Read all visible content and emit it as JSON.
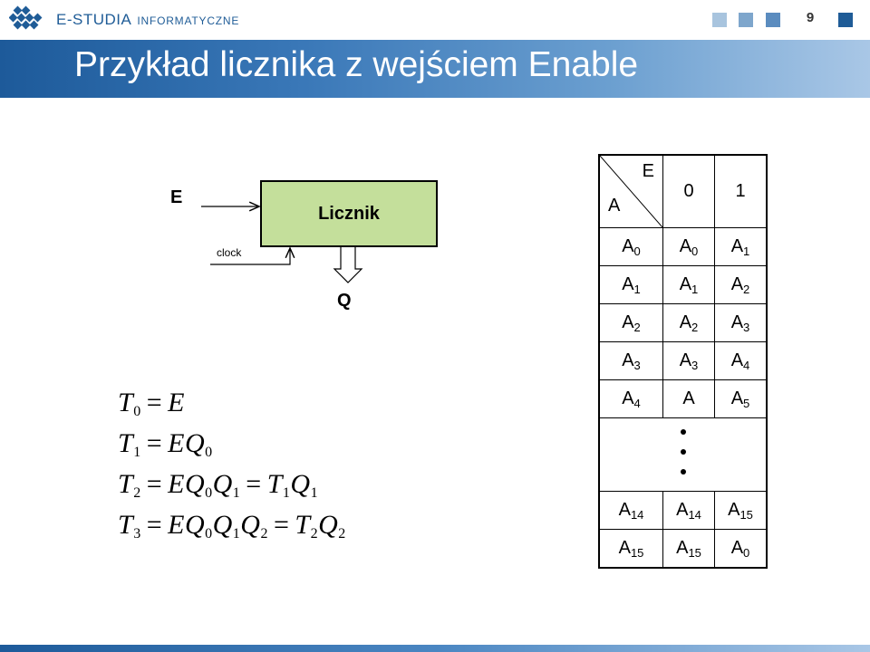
{
  "header": {
    "brand_main": "E-STUDIA",
    "brand_sub": "INFORMATYCZNE",
    "page_number": "9",
    "square_colors": [
      "#a8c4de",
      "#7ea6cc",
      "#5b8cbf",
      "#1f5c97"
    ]
  },
  "title": "Przykład licznika z wejściem Enable",
  "diagram": {
    "block_label": "Licznik",
    "input_label": "E",
    "clock_label": "clock",
    "output_label": "Q",
    "block_color": "#c4df9b"
  },
  "equations": [
    {
      "lhs": "T",
      "lhs_sub": "0",
      "rhs": [
        {
          "t": "E",
          "s": ""
        }
      ],
      "rhs2": []
    },
    {
      "lhs": "T",
      "lhs_sub": "1",
      "rhs": [
        {
          "t": "E",
          "s": ""
        },
        {
          "t": "Q",
          "s": "0"
        }
      ],
      "rhs2": []
    },
    {
      "lhs": "T",
      "lhs_sub": "2",
      "rhs": [
        {
          "t": "E",
          "s": ""
        },
        {
          "t": "Q",
          "s": "0"
        },
        {
          "t": "Q",
          "s": "1"
        }
      ],
      "rhs2": [
        {
          "t": "T",
          "s": "1"
        },
        {
          "t": "Q",
          "s": "1"
        }
      ]
    },
    {
      "lhs": "T",
      "lhs_sub": "3",
      "rhs": [
        {
          "t": "E",
          "s": ""
        },
        {
          "t": "Q",
          "s": "0"
        },
        {
          "t": "Q",
          "s": "1"
        },
        {
          "t": "Q",
          "s": "2"
        }
      ],
      "rhs2": [
        {
          "t": "T",
          "s": "2"
        },
        {
          "t": "Q",
          "s": "2"
        }
      ]
    }
  ],
  "table": {
    "corner_top": "E",
    "corner_bottom": "A",
    "headers": [
      "0",
      "1"
    ],
    "rows": [
      [
        {
          "b": "A",
          "s": "0"
        },
        {
          "b": "A",
          "s": "0"
        },
        {
          "b": "A",
          "s": "1"
        }
      ],
      [
        {
          "b": "A",
          "s": "1"
        },
        {
          "b": "A",
          "s": "1"
        },
        {
          "b": "A",
          "s": "2"
        }
      ],
      [
        {
          "b": "A",
          "s": "2"
        },
        {
          "b": "A",
          "s": "2"
        },
        {
          "b": "A",
          "s": "3"
        }
      ],
      [
        {
          "b": "A",
          "s": "3"
        },
        {
          "b": "A",
          "s": "3"
        },
        {
          "b": "A",
          "s": "4"
        }
      ],
      [
        {
          "b": "A",
          "s": "4"
        },
        {
          "b": "A",
          "s": ""
        },
        {
          "b": "A",
          "s": "5"
        }
      ]
    ],
    "rows_after": [
      [
        {
          "b": "A",
          "s": "14"
        },
        {
          "b": "A",
          "s": "14"
        },
        {
          "b": "A",
          "s": "15"
        }
      ],
      [
        {
          "b": "A",
          "s": "15"
        },
        {
          "b": "A",
          "s": "15"
        },
        {
          "b": "A",
          "s": "0"
        }
      ]
    ]
  }
}
